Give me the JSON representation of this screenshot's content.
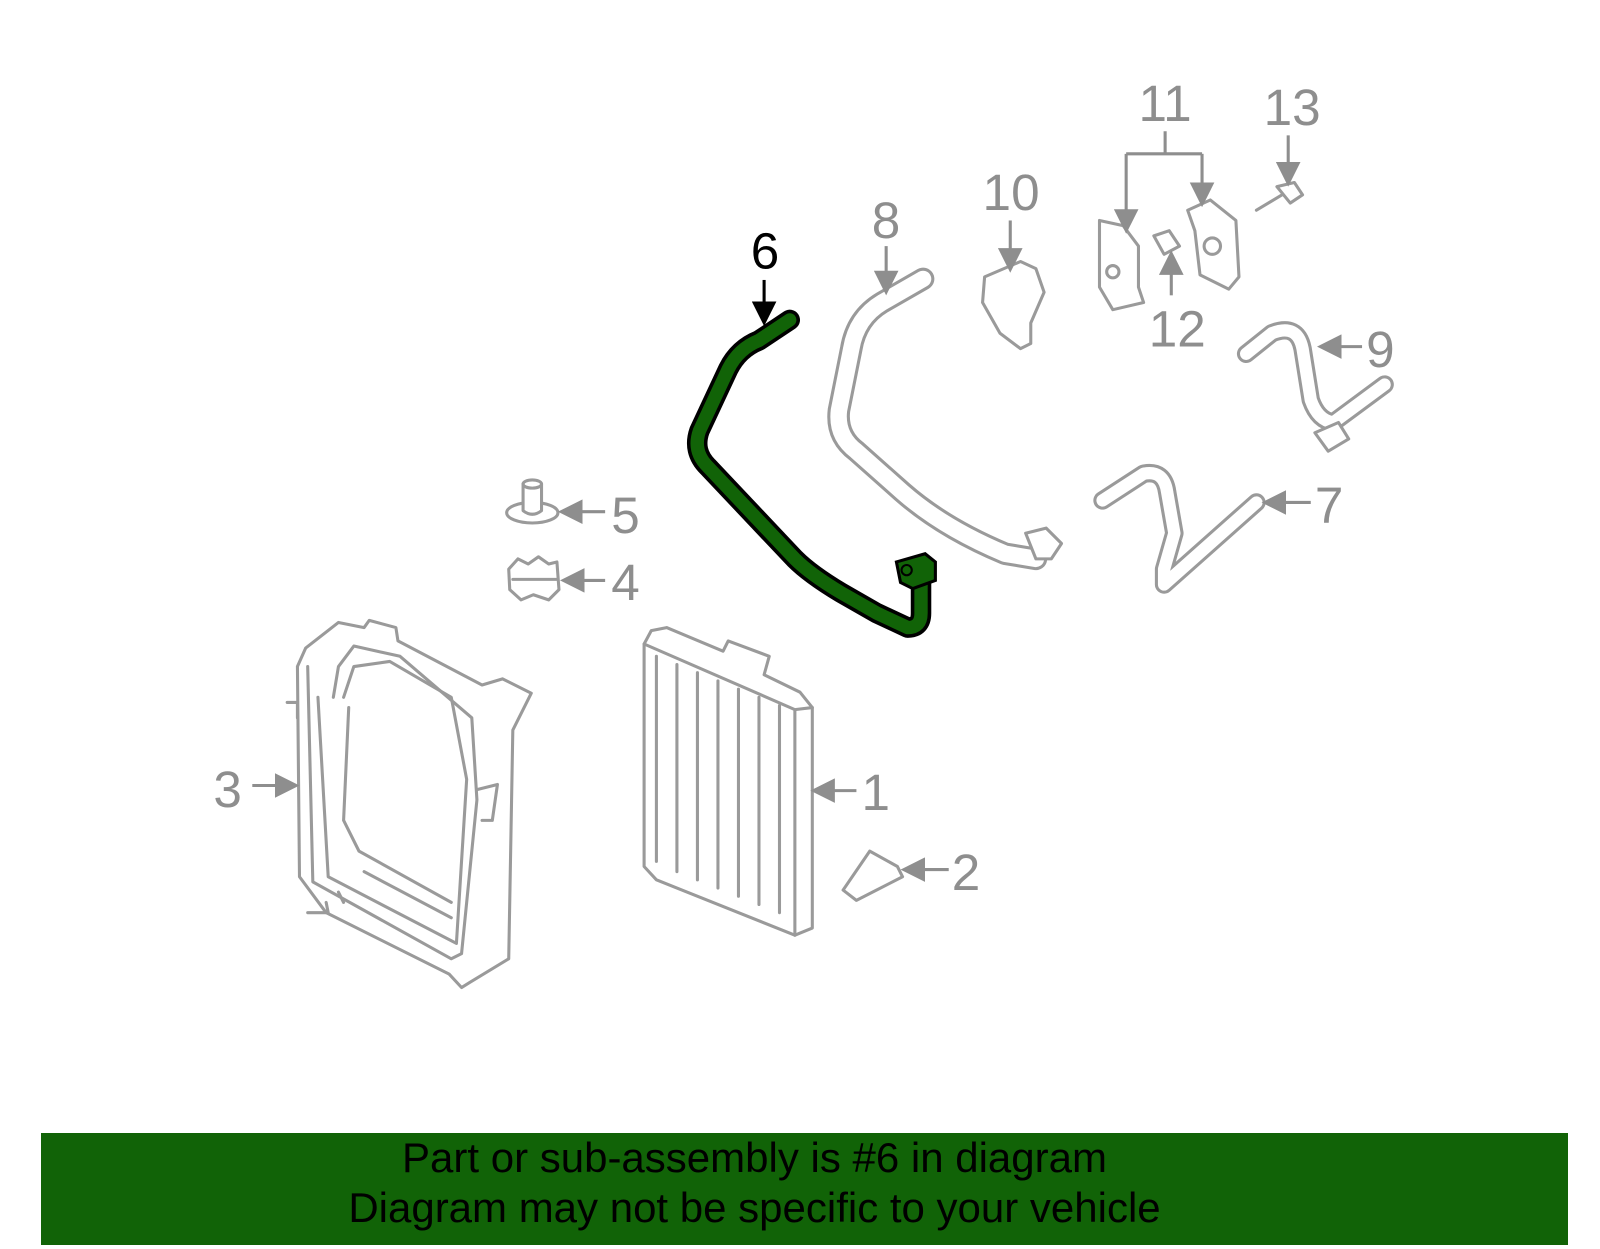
{
  "diagram": {
    "highlighted_part": "6",
    "highlight_color": "#116307",
    "labels": [
      "1",
      "2",
      "3",
      "4",
      "5",
      "6",
      "7",
      "8",
      "9",
      "10",
      "11",
      "12",
      "13"
    ]
  },
  "banner": {
    "line1": "Part or sub-assembly is #6 in diagram",
    "line2": "Diagram may not be specific to your vehicle",
    "color": "#116307"
  }
}
